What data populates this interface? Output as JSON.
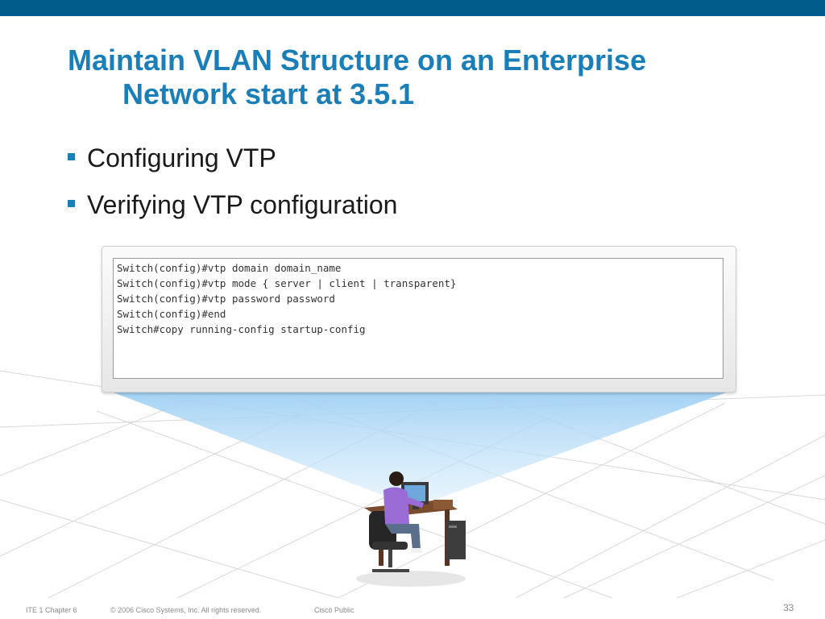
{
  "slide": {
    "title_line1": "Maintain VLAN Structure on an Enterprise",
    "title_line2": "Network start at 3.5.1",
    "bullets": [
      "Configuring VTP",
      "Verifying VTP configuration"
    ]
  },
  "console": {
    "lines": [
      "Switch(config)#vtp domain domain_name",
      "Switch(config)#vtp mode { server | client | transparent}",
      "Switch(config)#vtp password password",
      "Switch(config)#end",
      "Switch#copy running-config startup-config"
    ]
  },
  "footer": {
    "chapter": "ITE 1 Chapter 6",
    "copyright": "© 2006 Cisco Systems, Inc. All rights reserved.",
    "classification": "Cisco Public",
    "page_number": "33"
  },
  "colors": {
    "top_bar": "#005b8a",
    "title": "#1a7fb8",
    "bullet": "#1a7fb8",
    "beam": "#9fd0f3"
  },
  "icons": [
    "bullet-square-icon",
    "workstation-person-illustration"
  ]
}
